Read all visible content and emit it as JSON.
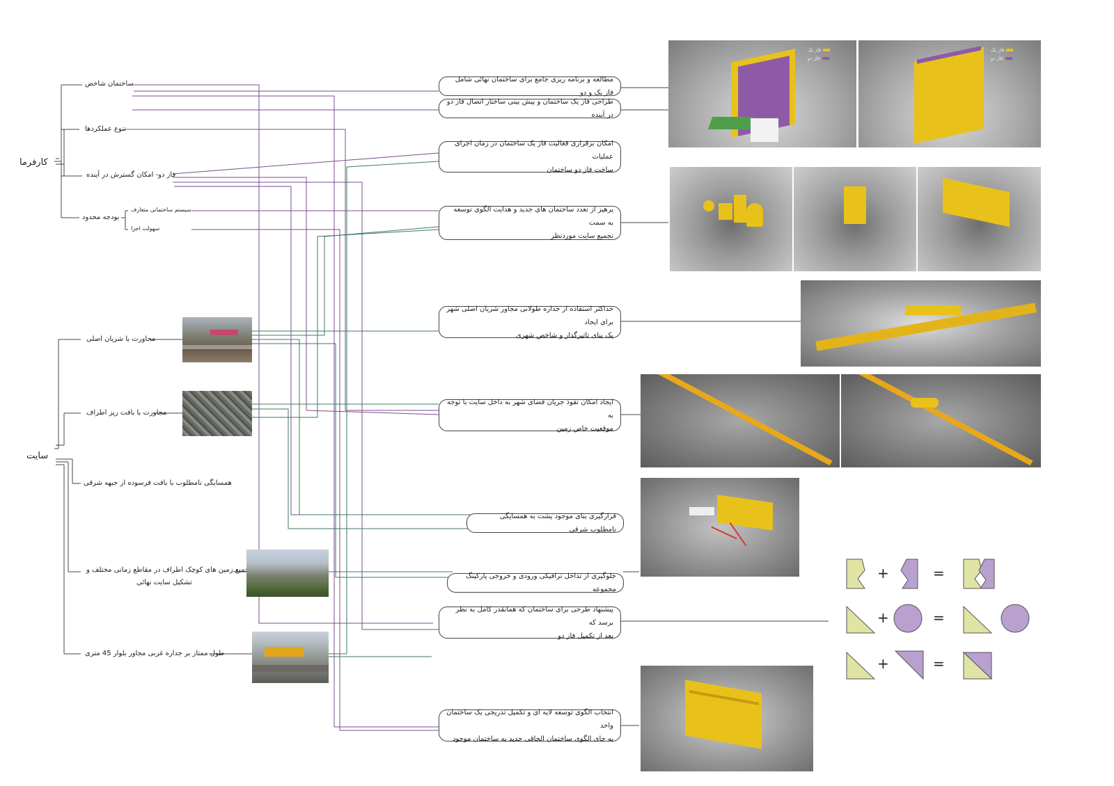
{
  "client": {
    "title": "کارفرما",
    "items": [
      "ساختمان شاخص",
      "تنوع عملکردها",
      "فاز دو- امکان گسترش در آینده",
      "بودجه محدود"
    ],
    "budget_sub": [
      "سیستم ساختمانی متعارف",
      "سهولت اجرا"
    ]
  },
  "site": {
    "title": "سایت",
    "items": [
      "مجاورت با شریان اصلی",
      "مجاورت با بافت ریز اطراف",
      "همسایگی نامطلوب با بافت فرسوده از جبهه شرقی",
      "تجمیع زمین های کوچک اطراف در مقاطع زمانی مختلف و",
      "تشکیل سایت نهائی",
      "طول ممتاز بر جداره غربی مجاور بلوار 45 متری"
    ]
  },
  "strategies": [
    "مطالعه و برنامه ریزی جامع برای ساختمان نهائی شامل فاز یک و دو",
    "طراحی فاز یک ساختمان و پیش بینی ساختار اتصال فاز دو در آینده",
    "امکان برقراری فعالیت فاز یک ساختمان در زمان اجرای عملیات",
    "ساخت فاز دو ساختمان",
    "پرهیز از تعدد ساختمان های جدید و هدایت الگوی توسعه به سمت",
    "تجمیع سایت مورد‌نظر",
    "حداکثر استفاده از جداره طولانی مجاور شریان اصلی شهر برای ایجاد",
    "یک بنای تاثیرگذار و شاخص شهری",
    "ایجاد امکان نفوذ جریان فضای شهر به داخل سایت با توجه به",
    "موقعیت خاص زمین",
    "قرارگیری بنای موجود پشت به همسایگی نامطلوب شرقی",
    "جلوگیری از تداخل ترافیکی ورودی و خروجی پارکینگ مجموعه",
    "پیشنهاد طرحی برای ساختمان که همانقدر کامل به نظر برسد که",
    "بعد از تکمیل فاز دو",
    "انتخاب الگوی توسعه لایه ای و تکمیل تدریجی یک ساختمان واحد",
    "به جای الگوی ساختمان الحاقی جدید به ساختمان موجود"
  ],
  "legend": {
    "phase1": "فاز یک",
    "phase2": "فاز دو"
  },
  "colors": {
    "phase1": "#e8c21a",
    "phase2": "#8e5aa8",
    "line_purple": "#7a4c8c",
    "line_green": "#3d7a62",
    "shape_green": "#dfe4a4",
    "shape_purple": "#b9a0cf"
  },
  "operators": [
    "+",
    "=",
    "+",
    "=",
    "+",
    "="
  ]
}
